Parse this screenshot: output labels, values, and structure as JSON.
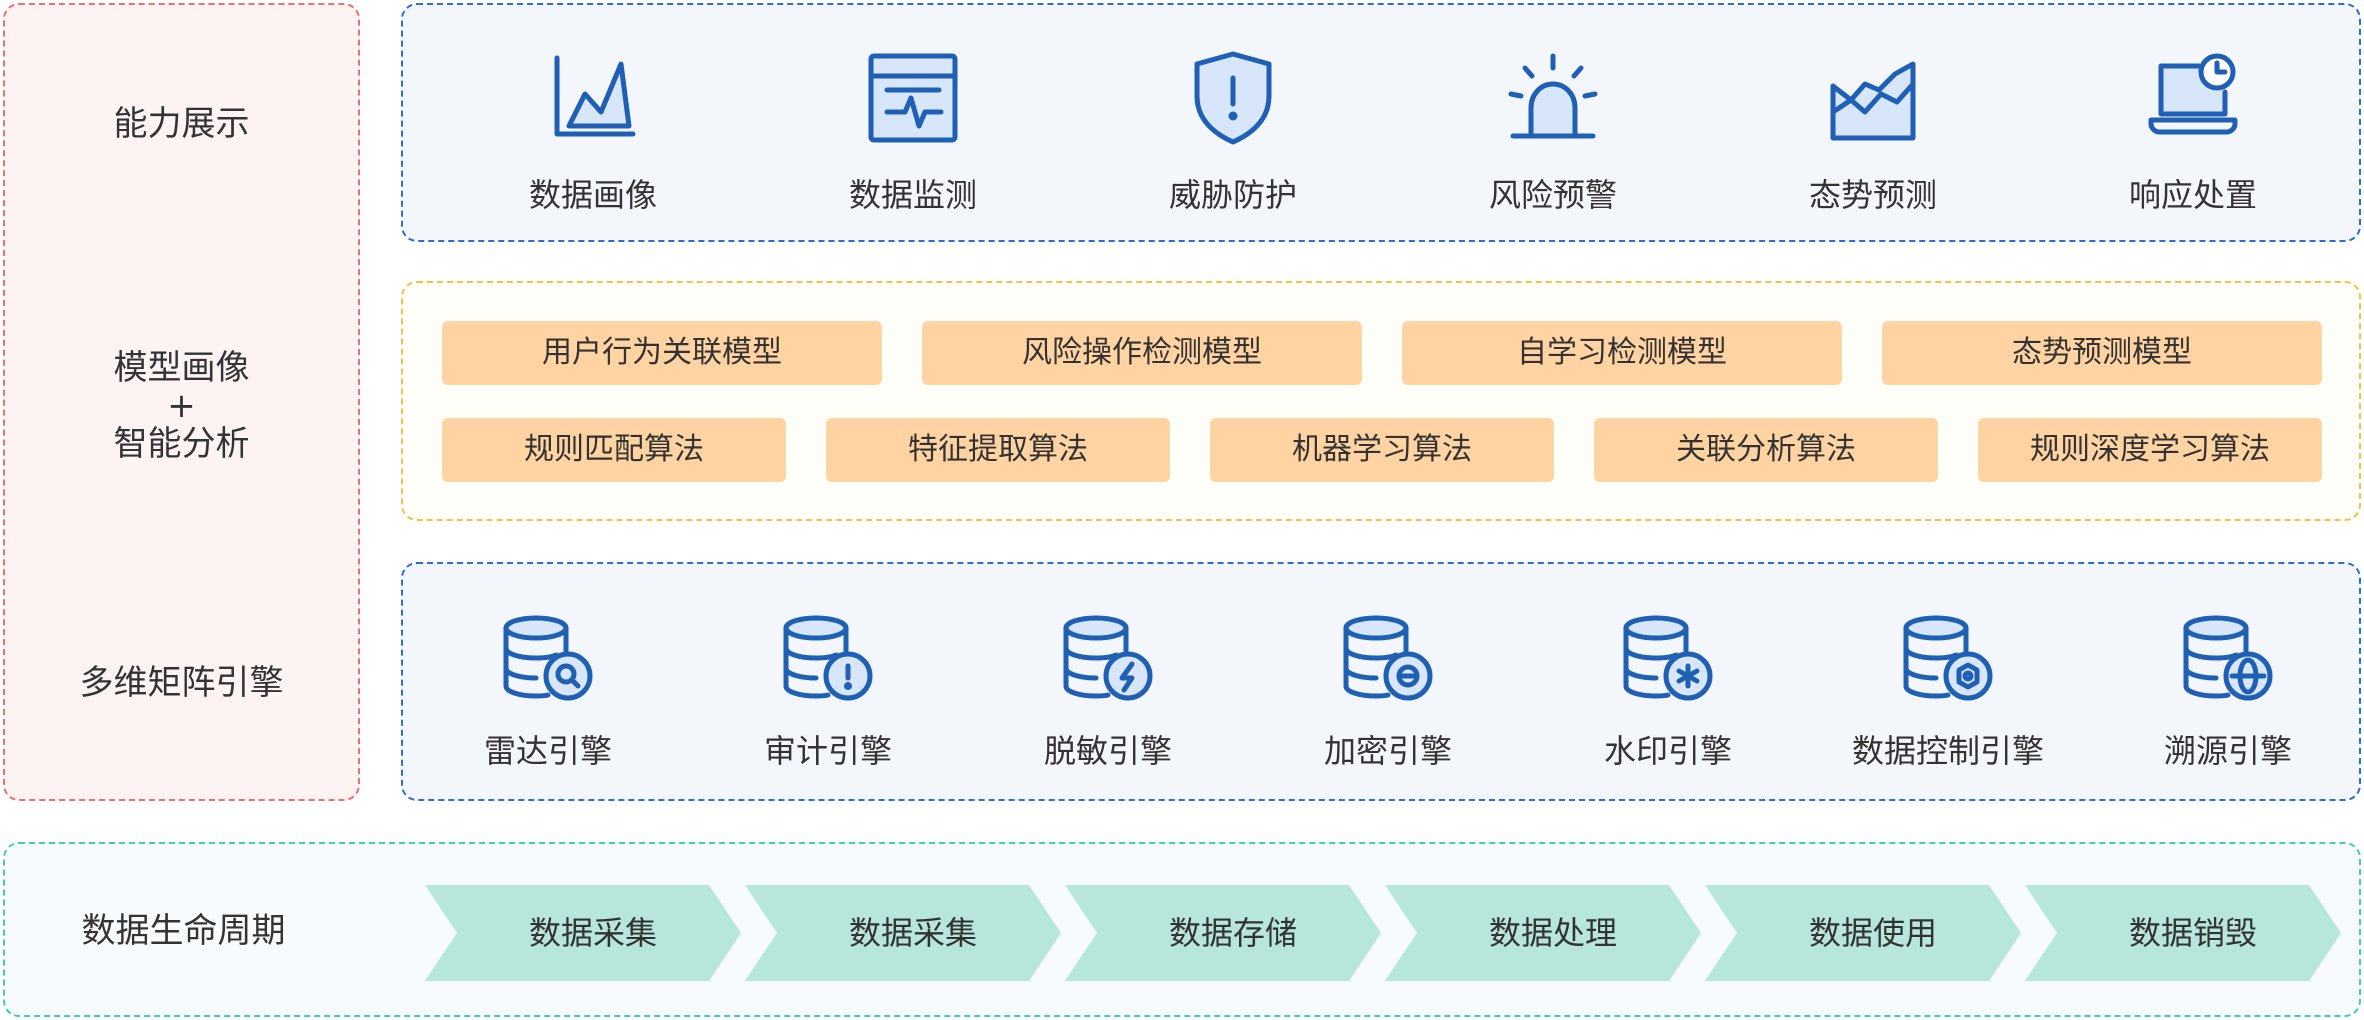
{
  "left_labels": {
    "capability": "能力展示",
    "model": "模型画像\n+\n智能分析",
    "engine": "多维矩阵引擎",
    "lifecycle": "数据生命周期"
  },
  "capabilities": [
    {
      "label": "数据画像",
      "icon": "area-chart-icon"
    },
    {
      "label": "数据监测",
      "icon": "monitor-pulse-icon"
    },
    {
      "label": "威胁防护",
      "icon": "shield-alert-icon"
    },
    {
      "label": "风险预警",
      "icon": "siren-icon"
    },
    {
      "label": "态势预测",
      "icon": "trend-chart-icon"
    },
    {
      "label": "响应处置",
      "icon": "laptop-clock-icon"
    }
  ],
  "models": {
    "row1": [
      "用户行为关联模型",
      "风险操作检测模型",
      "自学习检测模型",
      "态势预测模型"
    ],
    "row2": [
      "规则匹配算法",
      "特征提取算法",
      "机器学习算法",
      "关联分析算法",
      "规则深度学习算法"
    ]
  },
  "engines": [
    {
      "label": "雷达引擎",
      "icon": "database-search-icon"
    },
    {
      "label": "审计引擎",
      "icon": "database-alert-icon"
    },
    {
      "label": "脱敏引擎",
      "icon": "database-lightning-icon"
    },
    {
      "label": "加密引擎",
      "icon": "database-lock-icon"
    },
    {
      "label": "水印引擎",
      "icon": "database-asterisk-icon"
    },
    {
      "label": "数据控制引擎",
      "icon": "database-gear-icon"
    },
    {
      "label": "溯源引擎",
      "icon": "database-globe-icon"
    }
  ],
  "lifecycle": [
    "数据采集",
    "数据采集",
    "数据存储",
    "数据处理",
    "数据使用",
    "数据销毁"
  ],
  "colors": {
    "icon_blue": "#1f5fb4",
    "pill_orange": "#ffd3a2",
    "chevron_teal": "#b7e6dc",
    "border_red": "#ec6f73",
    "border_blue": "#2d6fd1",
    "border_yellow": "#f2c14a",
    "border_teal": "#3fcdbd"
  }
}
